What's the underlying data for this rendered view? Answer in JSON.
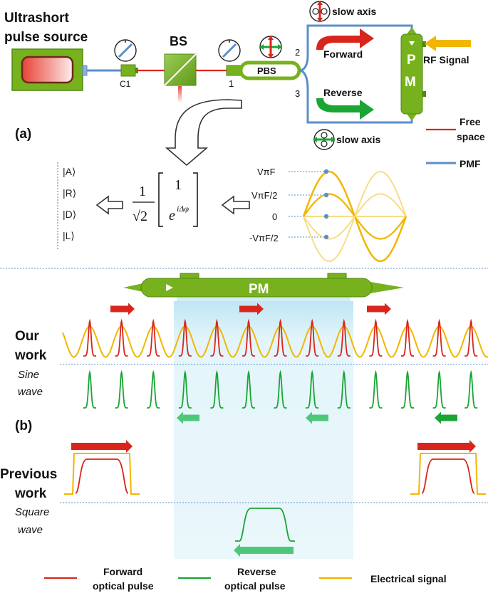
{
  "colors": {
    "forward": "#d9261c",
    "reverse": "#1aa534",
    "reverse_light": "#4fc77a",
    "electrical": "#f2b600",
    "electrical_light": "#f7dd86",
    "device_green": "#77b21e",
    "device_green_dark": "#4f8a10",
    "pmf": "#5b8fc9",
    "free_space": "#d9261c",
    "overlap": "#d8f1f8",
    "dotted": "#5b8fc9",
    "arrow_outline": "#333333"
  },
  "part_a": {
    "panel_label": "(a)",
    "source_label_line1": "Ultrashort",
    "source_label_line2": "pulse source",
    "coupler_label": "C1",
    "bs_label": "BS",
    "port1_label": "1",
    "pbs_label": "PBS",
    "port2_label": "2",
    "port3_label": "3",
    "forward_label": "Forward",
    "reverse_label": "Reverse",
    "pm_letter_p": "P",
    "pm_letter_m": "M",
    "rf_label": "RF Signal",
    "slow_axis_top": "slow axis",
    "slow_axis_bottom": "slow axis",
    "legend_free_line1": "Free",
    "legend_free_line2": "space",
    "legend_pmf": "PMF",
    "states": [
      "|A⟩",
      "|R⟩",
      "|D⟩",
      "|L⟩"
    ],
    "matrix_frac_num": "1",
    "matrix_frac_den": "√2",
    "matrix_top": "1",
    "matrix_bottom": "e",
    "matrix_exp": "iΔφ",
    "voltage_labels": [
      "VπF",
      "VπF/2",
      "0",
      "-VπF/2"
    ]
  },
  "part_b": {
    "panel_label": "(b)",
    "pm_label": "PM",
    "our_work_line1": "Our",
    "our_work_line2": "work",
    "sine_line1": "Sine",
    "sine_line2": "wave",
    "prev_line1": "Previous",
    "prev_line2": "work",
    "square_line1": "Square",
    "square_line2": "wave",
    "legend_forward_line1": "Forward",
    "legend_forward_line2": "optical pulse",
    "legend_reverse_line1": "Reverse",
    "legend_reverse_line2": "optical pulse",
    "legend_electrical": "Electrical signal"
  }
}
